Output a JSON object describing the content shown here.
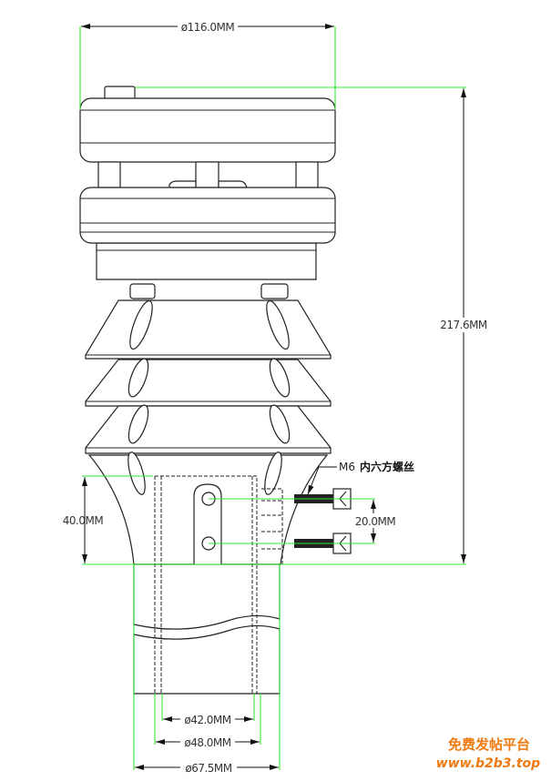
{
  "drawing": {
    "dimensions": {
      "top_diameter": "ø116.0MM",
      "total_height": "217.6MM",
      "mount_height": "40.0MM",
      "hole_spacing": "20.0MM",
      "inner_diameter": "ø42.0MM",
      "pipe_diameter": "ø48.0MM",
      "base_diameter": "ø67.5MM"
    },
    "screw_label": {
      "size": "M6",
      "type": "内六方螺丝"
    }
  },
  "watermark": {
    "line1": "免费发帖平台",
    "line2": "www.b2b3.top"
  },
  "colors": {
    "dimension_line": "#33e633",
    "outline": "#222222",
    "watermark": "#f07a10"
  }
}
